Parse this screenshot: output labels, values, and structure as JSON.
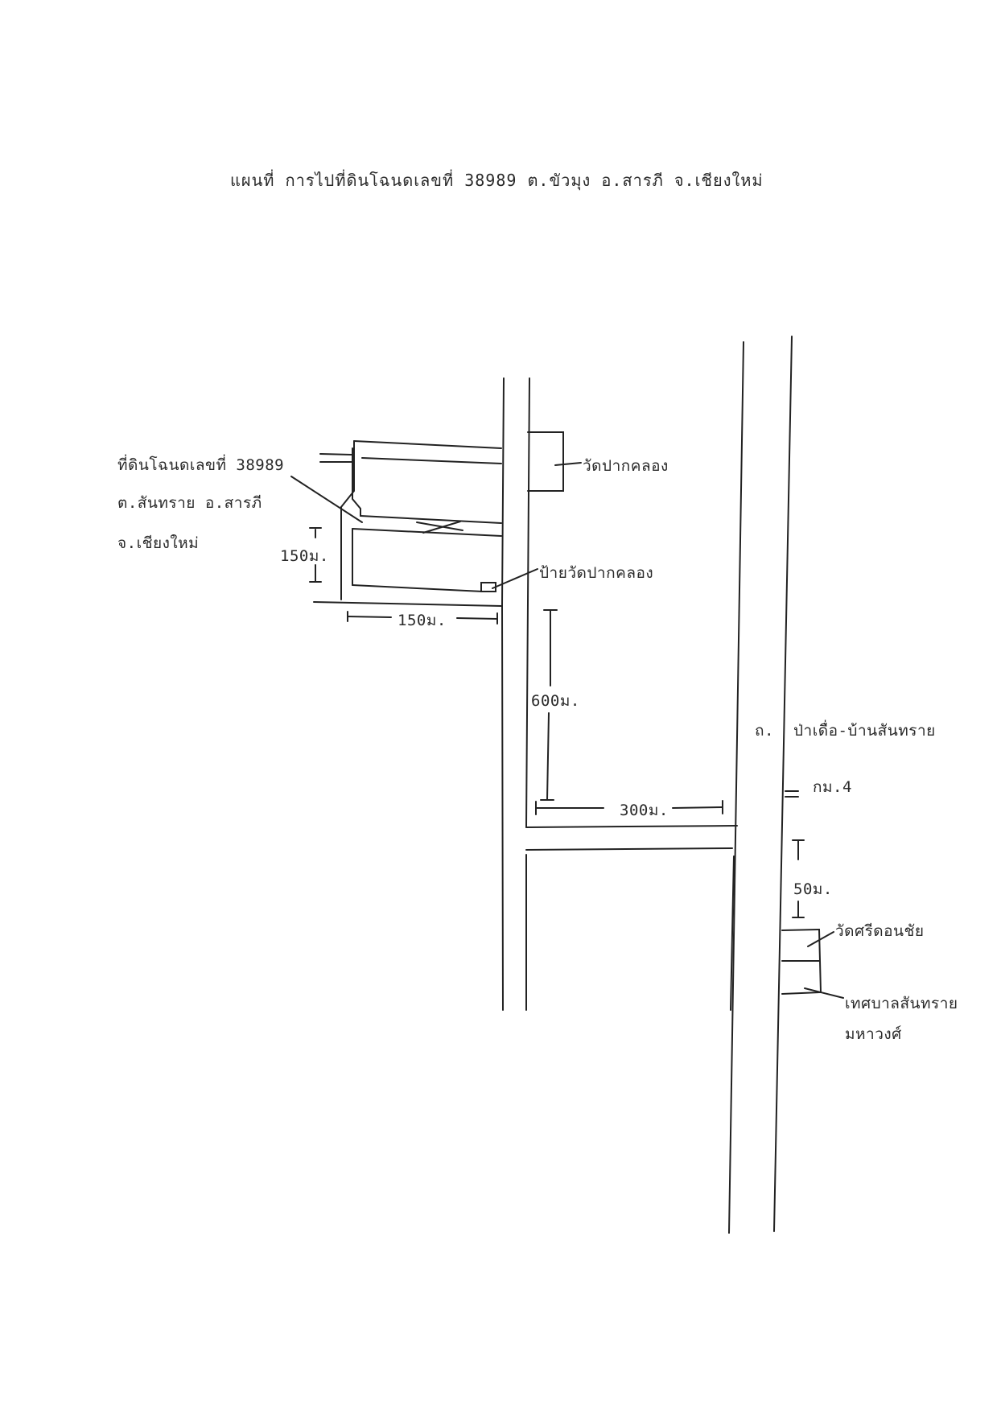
{
  "title": "แผนที่ การไปที่ดินโฉนดเลขที่  38989  ต.ขัวมุง  อ.สารภี  จ.เชียงใหม่",
  "parcel_label": {
    "line1": "ที่ดินโฉนดเลขที่ 38989",
    "line2": "ต.สันทราย อ.สารภี",
    "line3": "จ.เชียงใหม่"
  },
  "landmarks": {
    "wat_pak_klong": "วัดปากคลอง",
    "sign_wat_pak_klong": "ป้ายวัดปากคลอง",
    "wat_si_don_chai": "วัดศรีดอนชัย",
    "municipality_line1": "เทศบาลสันทราย",
    "municipality_line2": "มหาวงศ์"
  },
  "road": {
    "prefix": "ถ.",
    "name": "ป่าเดื่อ-บ้านสันทราย",
    "km_marker": "กม.4"
  },
  "distances": {
    "plot_height": "150ม.",
    "plot_width": "150ม.",
    "soi_length": "600ม.",
    "cross_length": "300ม.",
    "to_wat": "50ม."
  },
  "colors": {
    "line": "#222222",
    "paper": "#ffffff"
  }
}
